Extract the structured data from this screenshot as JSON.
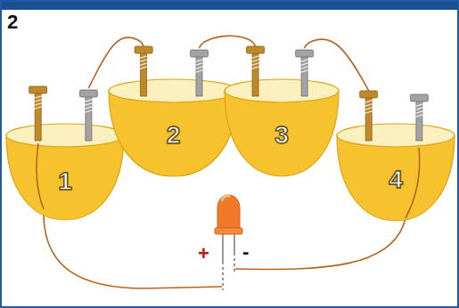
{
  "diagram": {
    "title": "2",
    "nodes": [
      {
        "text": [
          "1"
        ]
      },
      {
        "text": [
          "2"
        ]
      },
      {
        "text": [
          "3"
        ]
      },
      {
        "text": [
          "4"
        ]
      }
    ],
    "edges": [
      {
        "from": 0,
        "to": 1,
        "arrow": "none"
      },
      {
        "from": 1,
        "to": 2,
        "arrow": "none"
      },
      {
        "from": 2,
        "to": 3,
        "arrow": "none"
      }
    ],
    "labels": [
      "+",
      "-"
    ]
  }
}
